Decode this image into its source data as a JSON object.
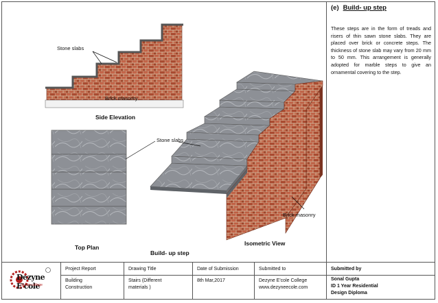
{
  "section": {
    "heading_prefix": "(e)",
    "heading_title": "Build- up step",
    "description": "These steps are in the form of treads and risers of thin sawn stone slabs. They are placed over brick or concrete steps. The thickness of stone slab may vary from 20 mm to 50 mm. This arrangement is generally adopted for marble steps to give an ornamental covering to the step."
  },
  "figures": {
    "side_elevation": {
      "caption": "Side Elevation",
      "label_slabs": "Stone slabs",
      "label_masonry": "Brick masonry"
    },
    "top_plan": {
      "caption": "Top Plan"
    },
    "isometric": {
      "caption": "Isometric View",
      "label_slabs": "Stone slabs",
      "label_masonry": "Brick masonry"
    },
    "main_caption": "Build- up step"
  },
  "footer": {
    "logo_text": "Dezyne E'cole",
    "logo_tagline": "design college",
    "headers": [
      "Project Report",
      "Drawing Title",
      "Date of Submission",
      "Submitted to",
      "Submitted by"
    ],
    "values": {
      "project_line1": "Building",
      "project_line2": "Construction",
      "drawing_line1": "Stairs (Different",
      "drawing_line2": "materials )",
      "date": "8th Mar,2017",
      "to_line1": "Dezyne E'cole College",
      "to_line2": "www.dezyneecole.com",
      "by_line1": "Sonal Gupta",
      "by_line2": "ID 1 Year Residential",
      "by_line3": "Design Diploma"
    }
  },
  "colors": {
    "brick": "#b5553a",
    "mortar": "#d8c4a8",
    "slab": "#8d9096",
    "slab_dark": "#5f6368",
    "logo_red": "#b3201f"
  }
}
